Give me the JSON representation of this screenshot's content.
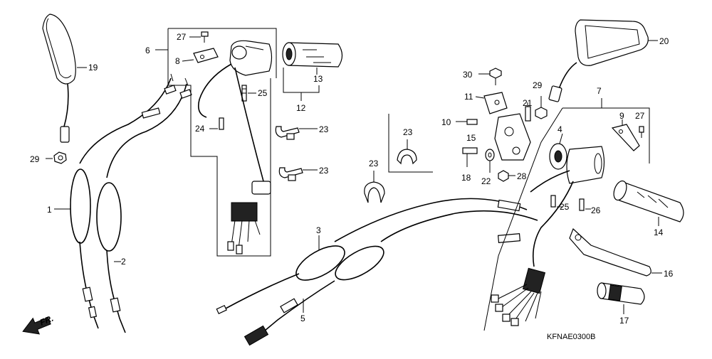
{
  "callouts": {
    "p1": "1",
    "p2": "2",
    "p3": "3",
    "p4": "4",
    "p5": "5",
    "p6": "6",
    "p7": "7",
    "p8": "8",
    "p9": "9",
    "p10": "10",
    "p11": "11",
    "p12": "12",
    "p13": "13",
    "p14": "14",
    "p15": "15",
    "p16": "16",
    "p17": "17",
    "p18": "18",
    "p19": "19",
    "p20": "20",
    "p21": "21",
    "p22": "22",
    "p23a": "23",
    "p23b": "23",
    "p23c": "23",
    "p23d": "23",
    "p24": "24",
    "p25a": "25",
    "p25b": "25",
    "p26": "26",
    "p27a": "27",
    "p27b": "27",
    "p28": "28",
    "p29a": "29",
    "p29b": "29",
    "p30": "30"
  },
  "direction_label": "FR.",
  "diagram_code": "KFNAE0300B"
}
